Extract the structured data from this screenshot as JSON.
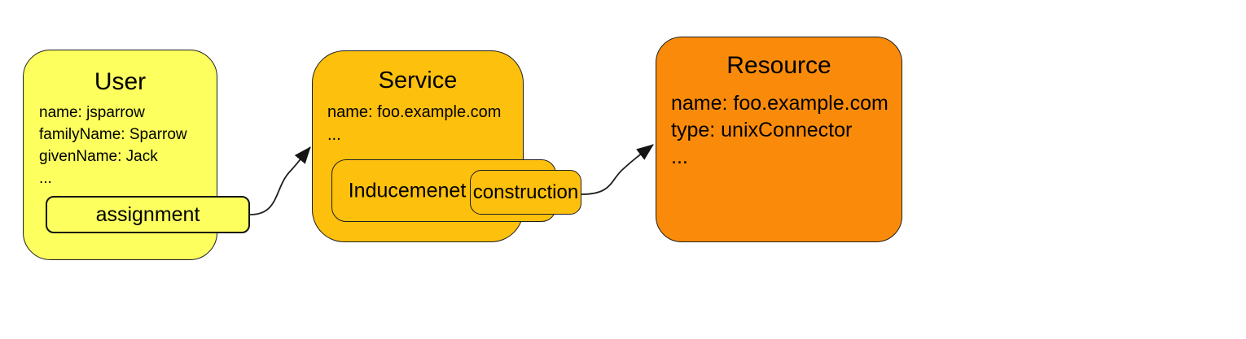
{
  "nodes": {
    "user": {
      "title": "User",
      "lines": [
        "name: jsparrow",
        "familyName: Sparrow",
        "givenName: Jack",
        "..."
      ],
      "fill": "#fcff5e"
    },
    "service": {
      "title": "Service",
      "lines": [
        "name: foo.example.com",
        "..."
      ],
      "fill": "#fdc00d"
    },
    "resource": {
      "title": "Resource",
      "lines": [
        "name: foo.example.com",
        "type: unixConnector",
        "..."
      ],
      "fill": "#fa8b0a"
    }
  },
  "labels": {
    "assignment": "assignment",
    "inducement": "Inducemenet",
    "construction": "construction"
  },
  "edges": [
    {
      "from": "assignment",
      "to": "service"
    },
    {
      "from": "construction",
      "to": "resource"
    }
  ],
  "colors": {
    "background": "#ffffff",
    "user_fill": "#fcff5e",
    "service_fill": "#fdc00d",
    "resource_fill": "#fa8b0a",
    "border": "#1f1f1f",
    "arrow": "#141414",
    "text": "#000000"
  }
}
